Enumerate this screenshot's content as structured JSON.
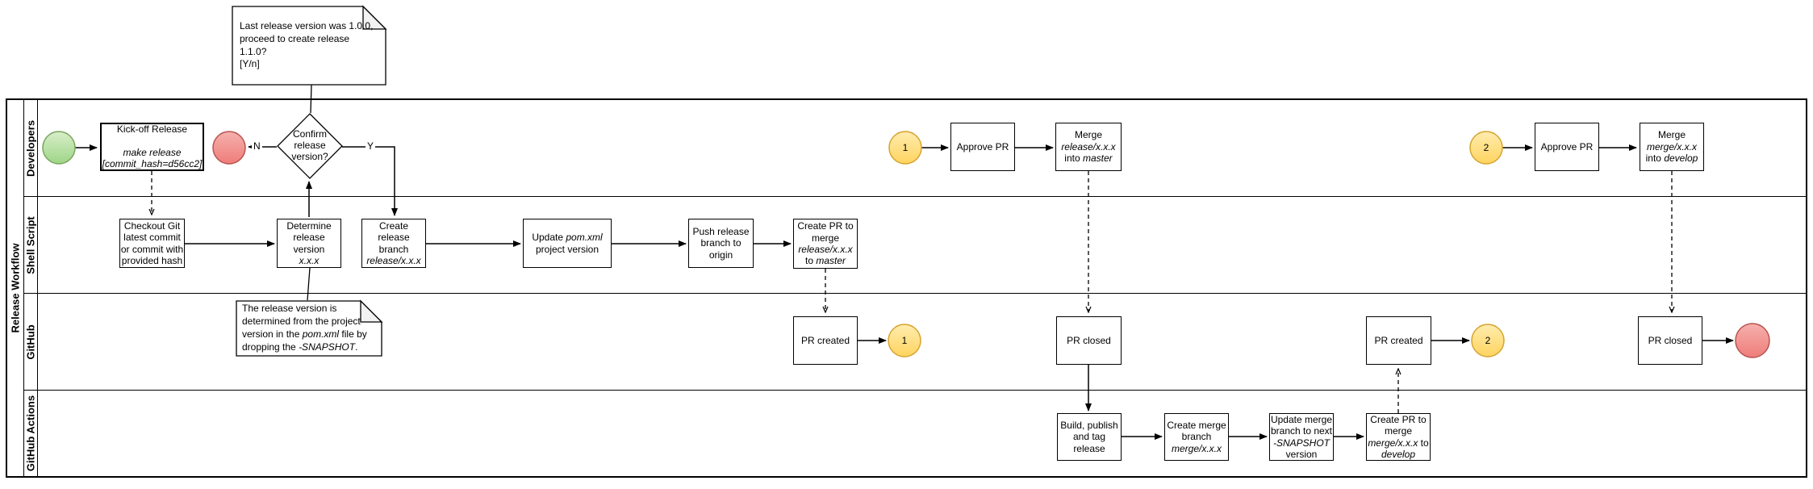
{
  "diagram": {
    "title": "Release Workflow",
    "lanes": [
      {
        "label": "Developers"
      },
      {
        "label": "Shell Script"
      },
      {
        "label": "GitHub"
      },
      {
        "label": "GitHub Actions"
      }
    ]
  },
  "notes": {
    "release_prompt": "Last release version was 1.0.0,\nproceed to create release 1.1.0?\n[Y/n]",
    "version_rule": "The release version is\ndetermined from the project\nversion in the *pom.xml* file by\ndropping the *-SNAPSHOT*."
  },
  "gateway": {
    "confirm_release": "Confirm\nrelease\nversion?"
  },
  "branch_labels": {
    "yes": "Y",
    "no": "N"
  },
  "link_events": {
    "one": "1",
    "two": "2"
  },
  "tasks": {
    "kickoff": "Kick-off Release\n\n*make release*\n*[commit_hash=d56cc2]*",
    "checkout": "Checkout Git\nlatest commit\nor commit with\nprovided hash",
    "determine_version": "Determine\nrelease\nversion\n*x.x.x*",
    "create_release_branch": "Create\nrelease\nbranch\n*release/x.x.x*",
    "update_pom": "Update *pom.xml*\nproject version",
    "push_branch": "Push release\nbranch to\norigin",
    "create_pr_master": "Create PR to\nmerge\n*release/x.x.x*\nto *master*",
    "pr_created_1": "PR created",
    "approve_pr_1": "Approve PR",
    "merge_release": "Merge\n*release/x.x.x*\ninto *master*",
    "pr_closed_1": "PR closed",
    "build_publish": "Build, publish\nand tag\nrelease",
    "create_merge_branch": "Create merge\nbranch\n*merge/x.x.x*",
    "update_merge_branch": "Update merge\nbranch to next\n*-SNAPSHOT*\nversion",
    "create_pr_develop": "Create PR to\nmerge\n*merge/x.x.x* to\n*develop*",
    "pr_created_2": "PR created",
    "approve_pr_2": "Approve PR",
    "merge_develop": "Merge\n*merge/x.x.x*\ninto *develop*",
    "pr_closed_2": "PR closed"
  },
  "colors": {
    "start_event_fill_light": "#d8eec9",
    "start_event_fill": "#9ed587",
    "start_event_stroke": "#7ba55f",
    "end_event_fill_light": "#f6b0ad",
    "end_event_fill": "#ee7d7a",
    "end_event_stroke": "#b85450",
    "link_event_fill_light": "#ffecae",
    "link_event_fill": "#ffd45f",
    "link_event_stroke": "#d6a42f",
    "note_fold_fill": "#f2f2f2",
    "line": "#000000"
  }
}
